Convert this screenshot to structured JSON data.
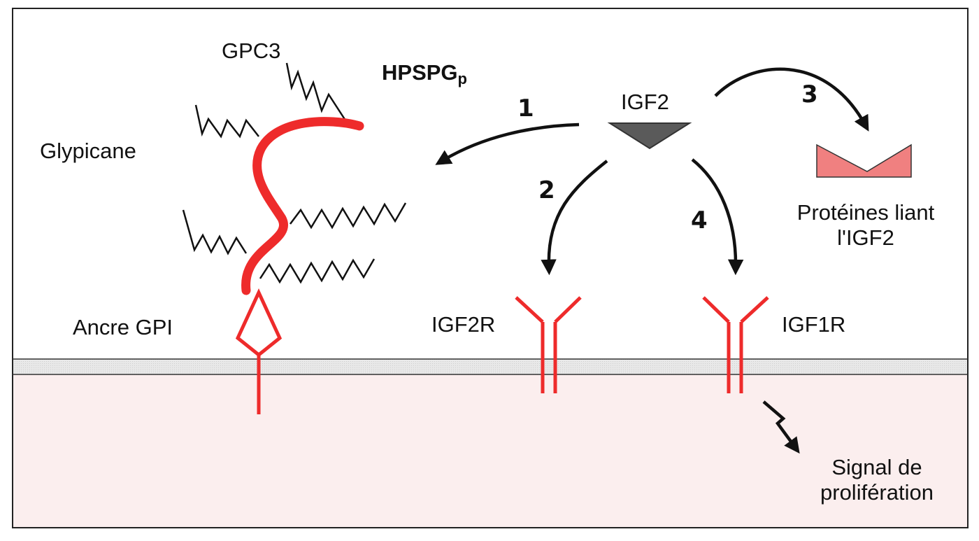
{
  "labels": {
    "gpc3": "GPC3",
    "hpspg": "HPSPG",
    "hpspg_subscript": "p",
    "glypicane": "Glypicane",
    "ancre_gpi": "Ancre GPI",
    "igf2": "IGF2",
    "igf2r": "IGF2R",
    "igf1r": "IGF1R",
    "binding_proteins_line1": "Protéines liant",
    "binding_proteins_line2": "l'IGF2",
    "signal_line1": "Signal de",
    "signal_line2": "prolifération"
  },
  "steps": [
    "1",
    "2",
    "3",
    "4"
  ],
  "colors": {
    "receptor": "#ee2b2b",
    "core_protein": "#ee2b2b",
    "ligand": "#5a5a5a",
    "binding_protein": "#f08080",
    "cytoplasm": "#fbeeee",
    "membrane": "#e4e4e4",
    "line": "#111111"
  }
}
